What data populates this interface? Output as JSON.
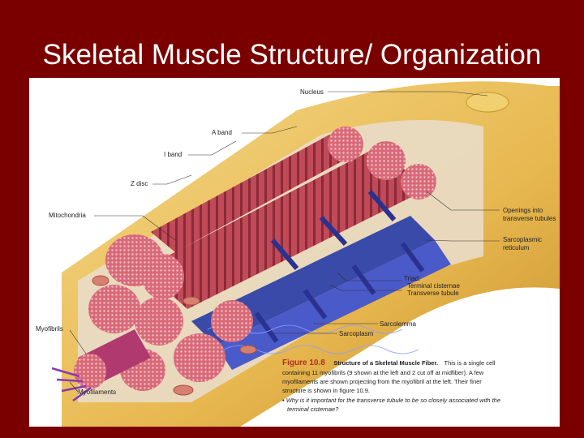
{
  "slide": {
    "title": "Skeletal Muscle Structure/ Organization",
    "background_color": "#7a0000",
    "title_color": "#ffffff"
  },
  "figure": {
    "labels": {
      "nucleus": "Nucleus",
      "a_band": "A band",
      "i_band": "I band",
      "z_disc": "Z disc",
      "mitochondria": "Mitochondria",
      "myofibrils": "Myofibrils",
      "myofilaments": "Myofilaments",
      "openings_line1": "Openings into",
      "openings_line2": "transverse tubules",
      "sr_line1": "Sarcoplasmic",
      "sr_line2": "reticulum",
      "triad": "Triad:",
      "terminal_cisternae": "Terminal cisternae",
      "transverse_tubule": "Transverse tubule",
      "sarcolemma": "Sarcolemma",
      "sarcoplasm": "Sarcoplasm"
    },
    "caption": {
      "figure_number": "Figure 10.8",
      "heading": "Structure of a Skeletal Muscle Fiber.",
      "line1_rest": "This is a single cell",
      "line2": "containing 11 myofibrils (9 shown at the left and 2 cut off at midfiber). A few",
      "line3": "myofilaments are shown projecting from the myofibril at the left. Their finer",
      "line4": "structure is shown in figure 10.9.",
      "question_line1": "• Why is it important for the transverse tubule to be so closely associated with the",
      "question_line2": "terminal cisternae?"
    },
    "colors": {
      "sarcolemma": "#e8b850",
      "myofibril": "#c85a60",
      "myofibril_dark": "#8a2a38",
      "sarcoplasmic_reticulum": "#4a5ac8",
      "mitochondria": "#d88070"
    }
  }
}
